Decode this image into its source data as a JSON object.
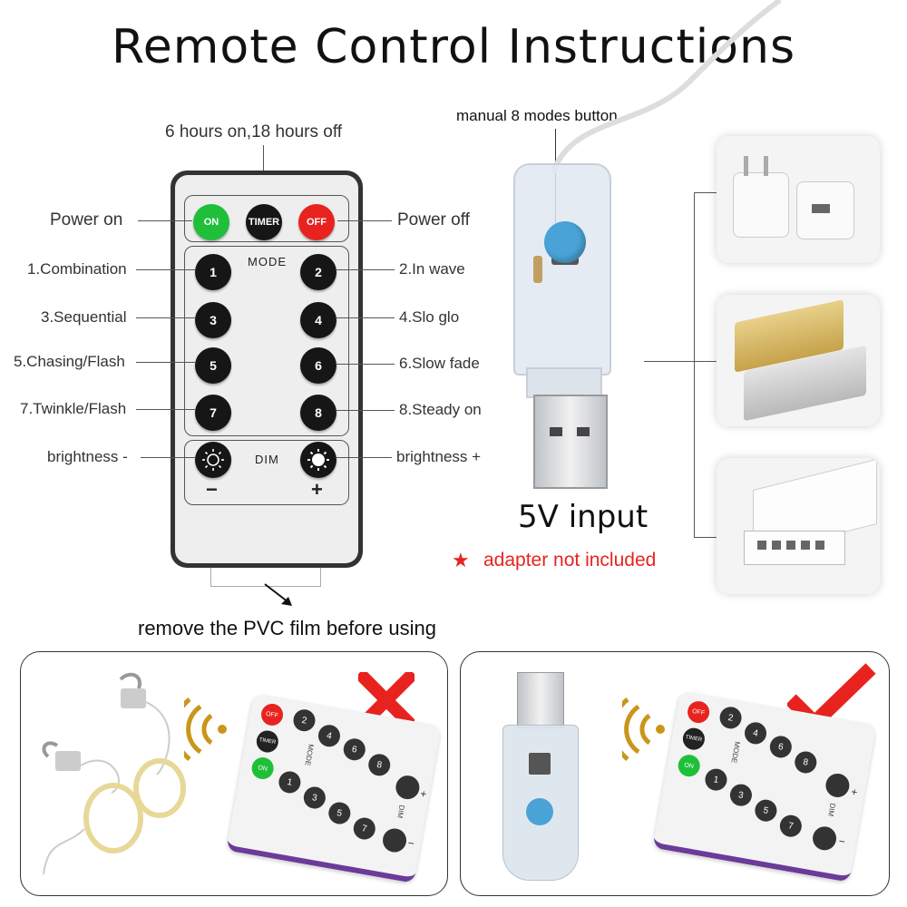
{
  "title": "Remote Control Instructions",
  "labels": {
    "timer_note": "6 hours on,18 hours off",
    "power_on": "Power on",
    "power_off": "Power off",
    "mode": "MODE",
    "dim": "DIM",
    "brightness_minus": "brightness -",
    "brightness_plus": "brightness +",
    "minus": "−",
    "plus": "+",
    "pvc_note": "remove the PVC film before using",
    "manual_button": "manual 8 modes button",
    "input": "5V input",
    "star": "★",
    "adapter_note": "adapter not included"
  },
  "buttons": {
    "on": "ON",
    "timer": "TIMER",
    "off": "OFF"
  },
  "modes": [
    {
      "num": "1",
      "label": "1.Combination"
    },
    {
      "num": "2",
      "label": "2.In wave"
    },
    {
      "num": "3",
      "label": "3.Sequential"
    },
    {
      "num": "4",
      "label": "4.Slo glo"
    },
    {
      "num": "5",
      "label": "5.Chasing/Flash"
    },
    {
      "num": "6",
      "label": "6.Slow fade"
    },
    {
      "num": "7",
      "label": "7.Twinkle/Flash"
    },
    {
      "num": "8",
      "label": "8.Steady on"
    }
  ],
  "mini_remote": {
    "off": "OFF",
    "timer": "TIMER",
    "on": "ON",
    "mode": "MODE",
    "dim": "DIM",
    "plus": "+",
    "minus": "−",
    "nums": [
      "1",
      "2",
      "3",
      "4",
      "5",
      "6",
      "7",
      "8"
    ]
  },
  "colors": {
    "on_green": "#1fbf3a",
    "off_red": "#e8231f",
    "wrong_red": "#e8231f",
    "check_red": "#e8231f",
    "signal_gold": "#c9961a",
    "led_blue": "#4aa3d6"
  }
}
